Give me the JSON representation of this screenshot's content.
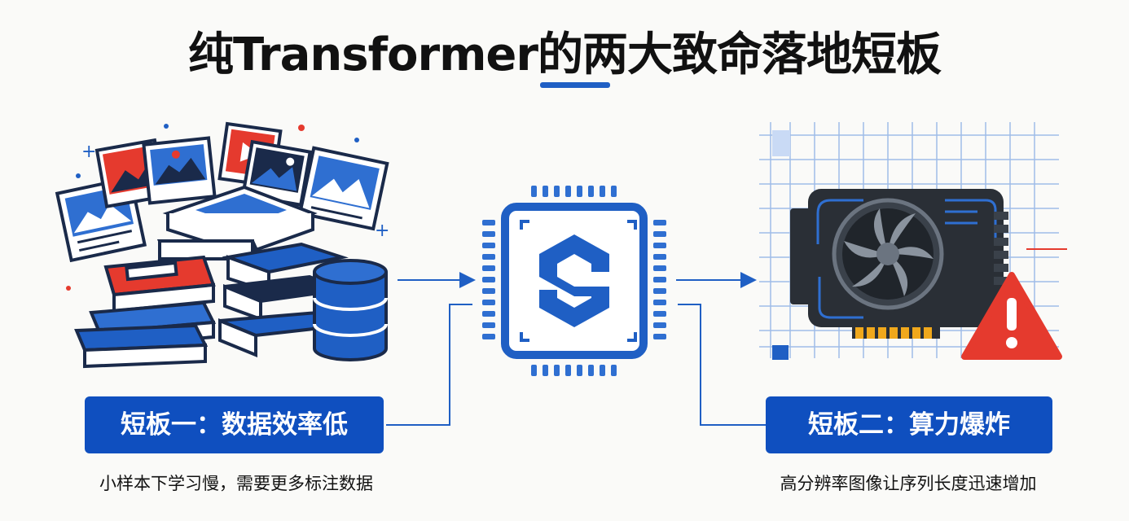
{
  "title": "纯Transformer的两大致命落地短板",
  "left": {
    "badge": "短板一：数据效率低",
    "caption": "小样本下学习慢，需要更多标注数据"
  },
  "right": {
    "badge": "短板二：算力爆炸",
    "caption": "高分辨率图像让序列长度迅速增加"
  },
  "icons": {
    "left": "books-images-database-icon",
    "center": "ai-chip-icon",
    "right": "gpu-warning-icon"
  },
  "colors": {
    "accent": "#0f4fbf",
    "alert": "#e53a2e",
    "dark": "#2a2f36"
  }
}
